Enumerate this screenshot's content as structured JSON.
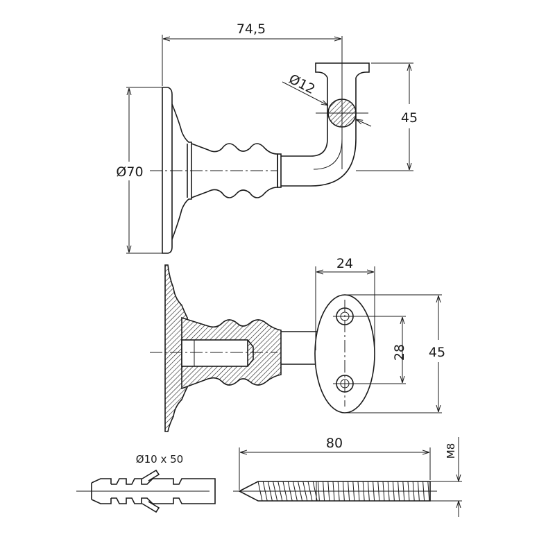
{
  "title": "Handrail bracket technical drawing",
  "top_view": {
    "dim_length": "74,5",
    "dim_plate_diameter": "Ø70",
    "dim_height": "45",
    "dim_rail_diameter": "Ø12"
  },
  "section_view": {
    "dim_plate_width": "24",
    "dim_hole_spacing": "28",
    "dim_plate_height": "45"
  },
  "fasteners": {
    "anchor_label": "Ø10 x 50",
    "screw_length": "80",
    "screw_thread": "M8"
  }
}
